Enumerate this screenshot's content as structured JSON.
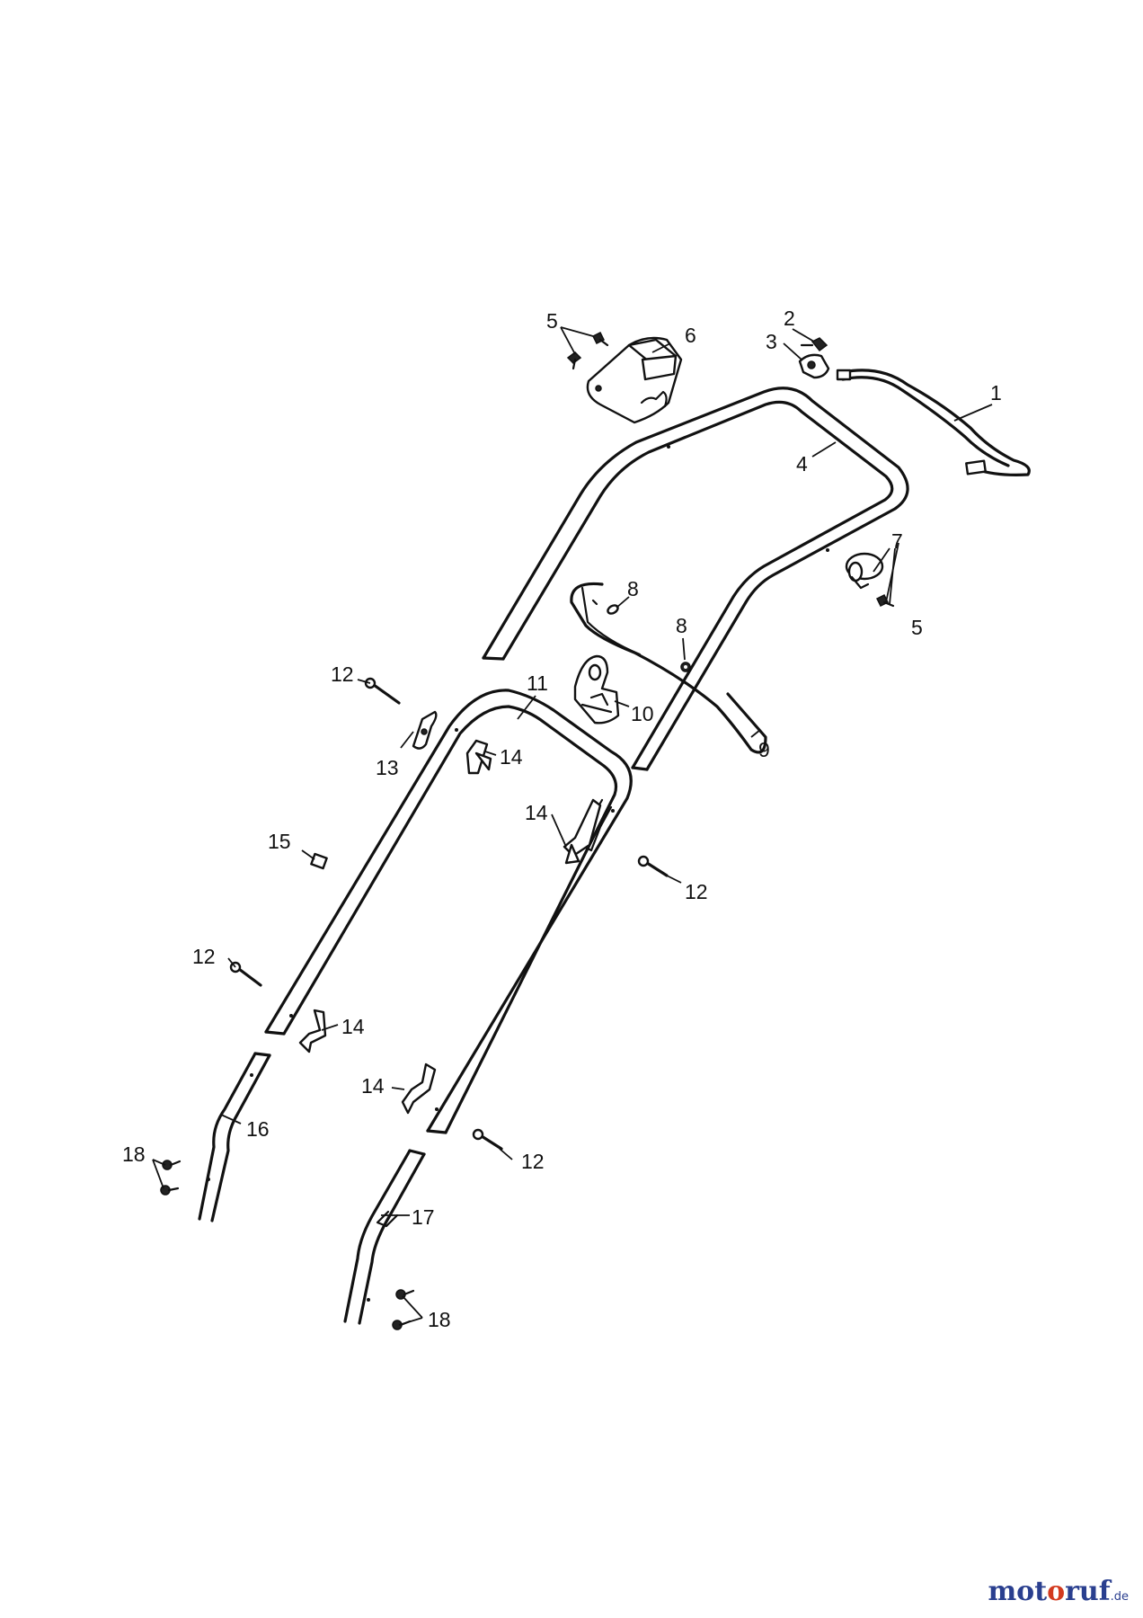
{
  "diagram": {
    "part_labels": {
      "p1": "1",
      "p2": "2",
      "p3": "3",
      "p4": "4",
      "p5a": "5",
      "p5b": "5",
      "p6": "6",
      "p7": "7",
      "p8a": "8",
      "p8b": "8",
      "p9": "9",
      "p10": "10",
      "p11": "11",
      "p12a": "12",
      "p12b": "12",
      "p12c": "12",
      "p12d": "12",
      "p13": "13",
      "p14a": "14",
      "p14b": "14",
      "p14c": "14",
      "p14d": "14",
      "p15": "15",
      "p16": "16",
      "p17": "17",
      "p18a": "18",
      "p18b": "18"
    }
  },
  "watermark": {
    "part1": "mot",
    "part2": "o",
    "part3": "ruf",
    "suffix": ".de"
  }
}
